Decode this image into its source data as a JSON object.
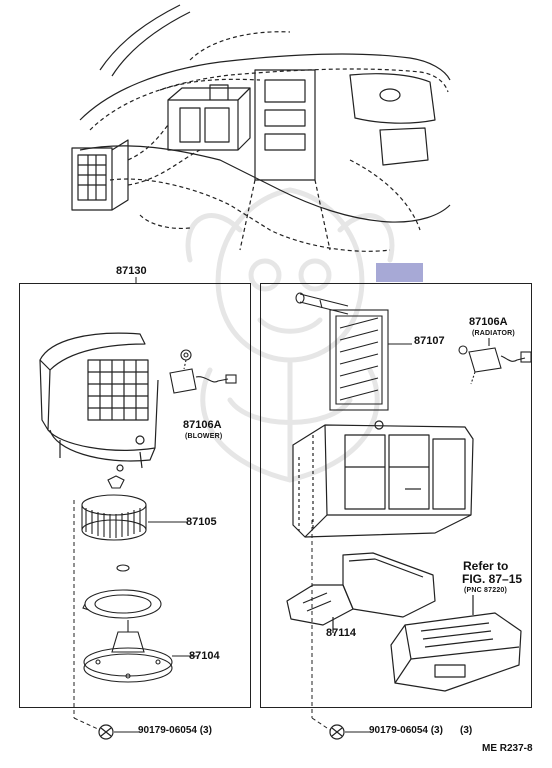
{
  "diagram_id": "ME R237-8",
  "highlight_color": "#a7a9d6",
  "assembly_left": "87130",
  "left_parts": {
    "blower_resistor": "87106A",
    "blower_resistor_note": "(BLOWER)",
    "fan": "87105",
    "motor": "87104",
    "screw": "90179-06054 (3)"
  },
  "right_parts": {
    "heater_core": "87107",
    "radiator_resistor": "87106A",
    "radiator_resistor_note": "(RADIATOR)",
    "duct": "87114",
    "refer_line1": "Refer to",
    "refer_line2": "FIG. 87–15",
    "refer_line3": "(PNC 87220)",
    "screw": "90179-06054 (3)",
    "screw_count": "(3)"
  }
}
